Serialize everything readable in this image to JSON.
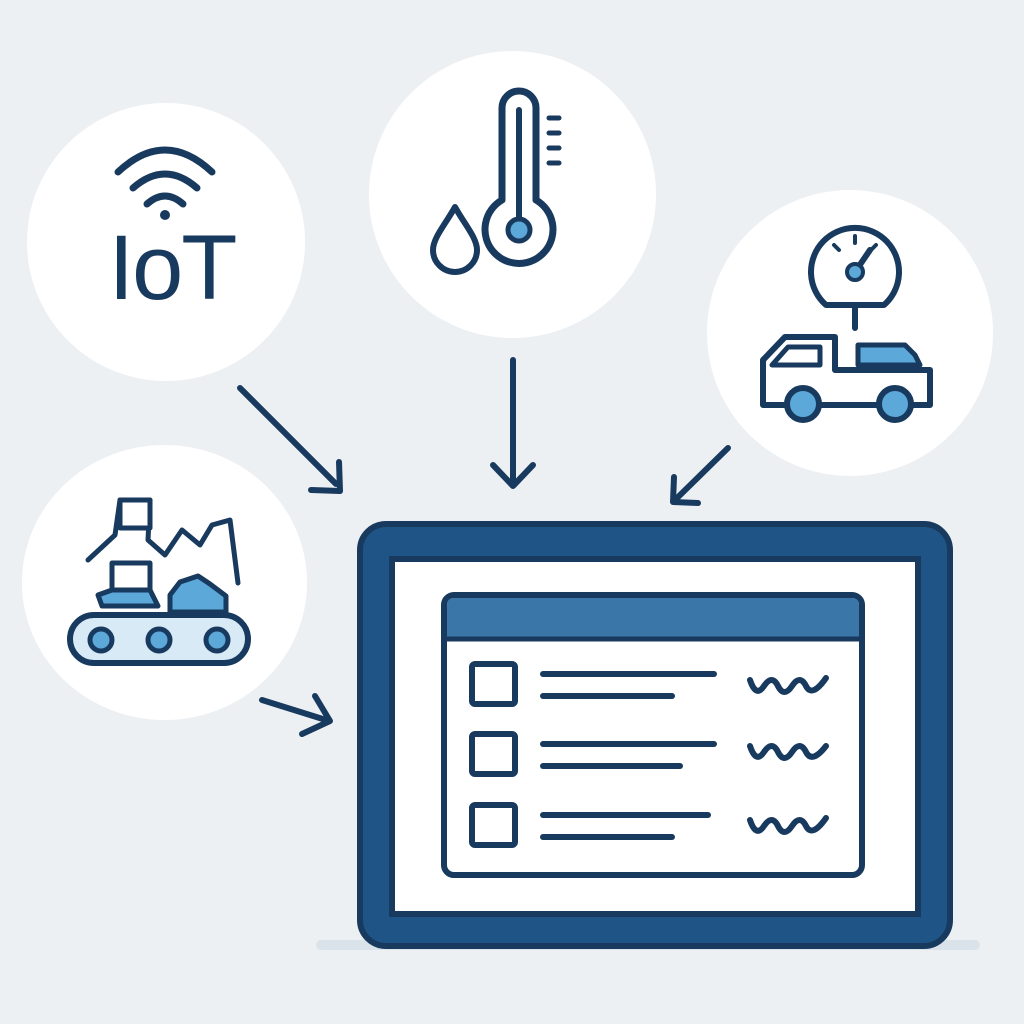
{
  "diagram": {
    "iot_label": "IoT",
    "colors": {
      "background": "#edf0f3",
      "circle": "#ffffff",
      "stroke": "#183a5e",
      "frame": "#1f5486",
      "accent": "#5ba8d9",
      "accent_light": "#9fcbe8",
      "header": "#3b76a8"
    },
    "sources": [
      {
        "name": "iot",
        "icons": [
          "wifi-icon"
        ]
      },
      {
        "name": "environment",
        "icons": [
          "water-drop-icon",
          "thermometer-icon"
        ]
      },
      {
        "name": "logistics",
        "icons": [
          "gauge-icon",
          "truck-icon"
        ]
      },
      {
        "name": "manufacturing",
        "icons": [
          "factory-icon",
          "conveyor-belt-icon"
        ]
      }
    ],
    "dashboard": {
      "rows": 3,
      "row_icons": [
        "checkbox-icon",
        "text-line-icon",
        "wave-icon"
      ]
    }
  }
}
